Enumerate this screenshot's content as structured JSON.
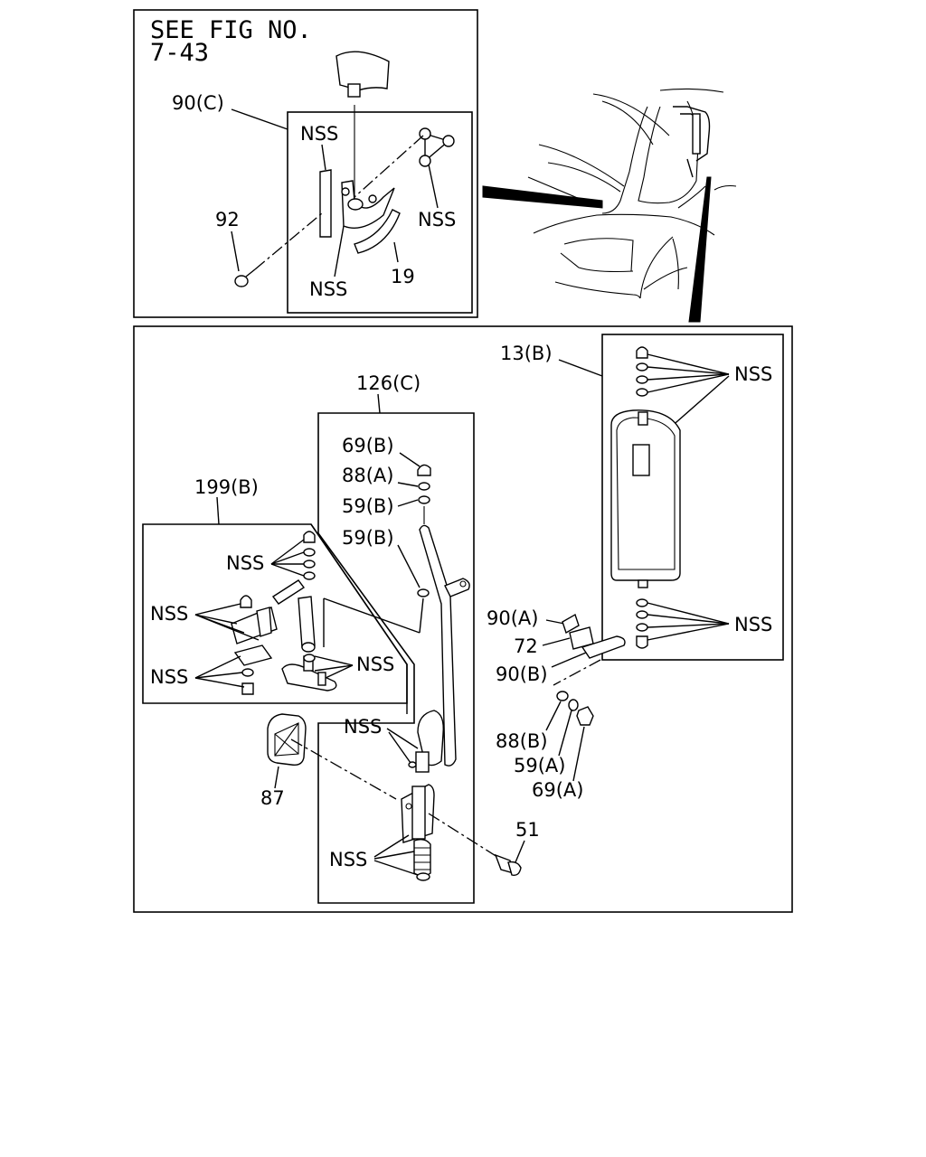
{
  "header": {
    "line1": "SEE FIG NO.",
    "line2": "7-43"
  },
  "labels": {
    "ref_90c": "90(C)",
    "ref_92": "92",
    "ref_19": "19",
    "nss_top_left": "NSS",
    "nss_top_right": "NSS",
    "nss_top_bottom": "NSS",
    "ref_13b": "13(B)",
    "nss_mirror_top": "NSS",
    "nss_mirror_bottom": "NSS",
    "ref_126c": "126(C)",
    "ref_69b": "69(B)",
    "ref_88a": "88(A)",
    "ref_59b_1": "59(B)",
    "ref_59b_2": "59(B)",
    "ref_199b": "199(B)",
    "nss_sub_1": "NSS",
    "nss_sub_2": "NSS",
    "nss_sub_3": "NSS",
    "nss_sub_4": "NSS",
    "ref_90a": "90(A)",
    "ref_72": "72",
    "ref_90b": "90(B)",
    "ref_88b": "88(B)",
    "ref_59a": "59(A)",
    "ref_69a": "69(A)",
    "nss_stay": "NSS",
    "ref_87": "87",
    "ref_51": "51",
    "nss_hinge": "NSS"
  }
}
